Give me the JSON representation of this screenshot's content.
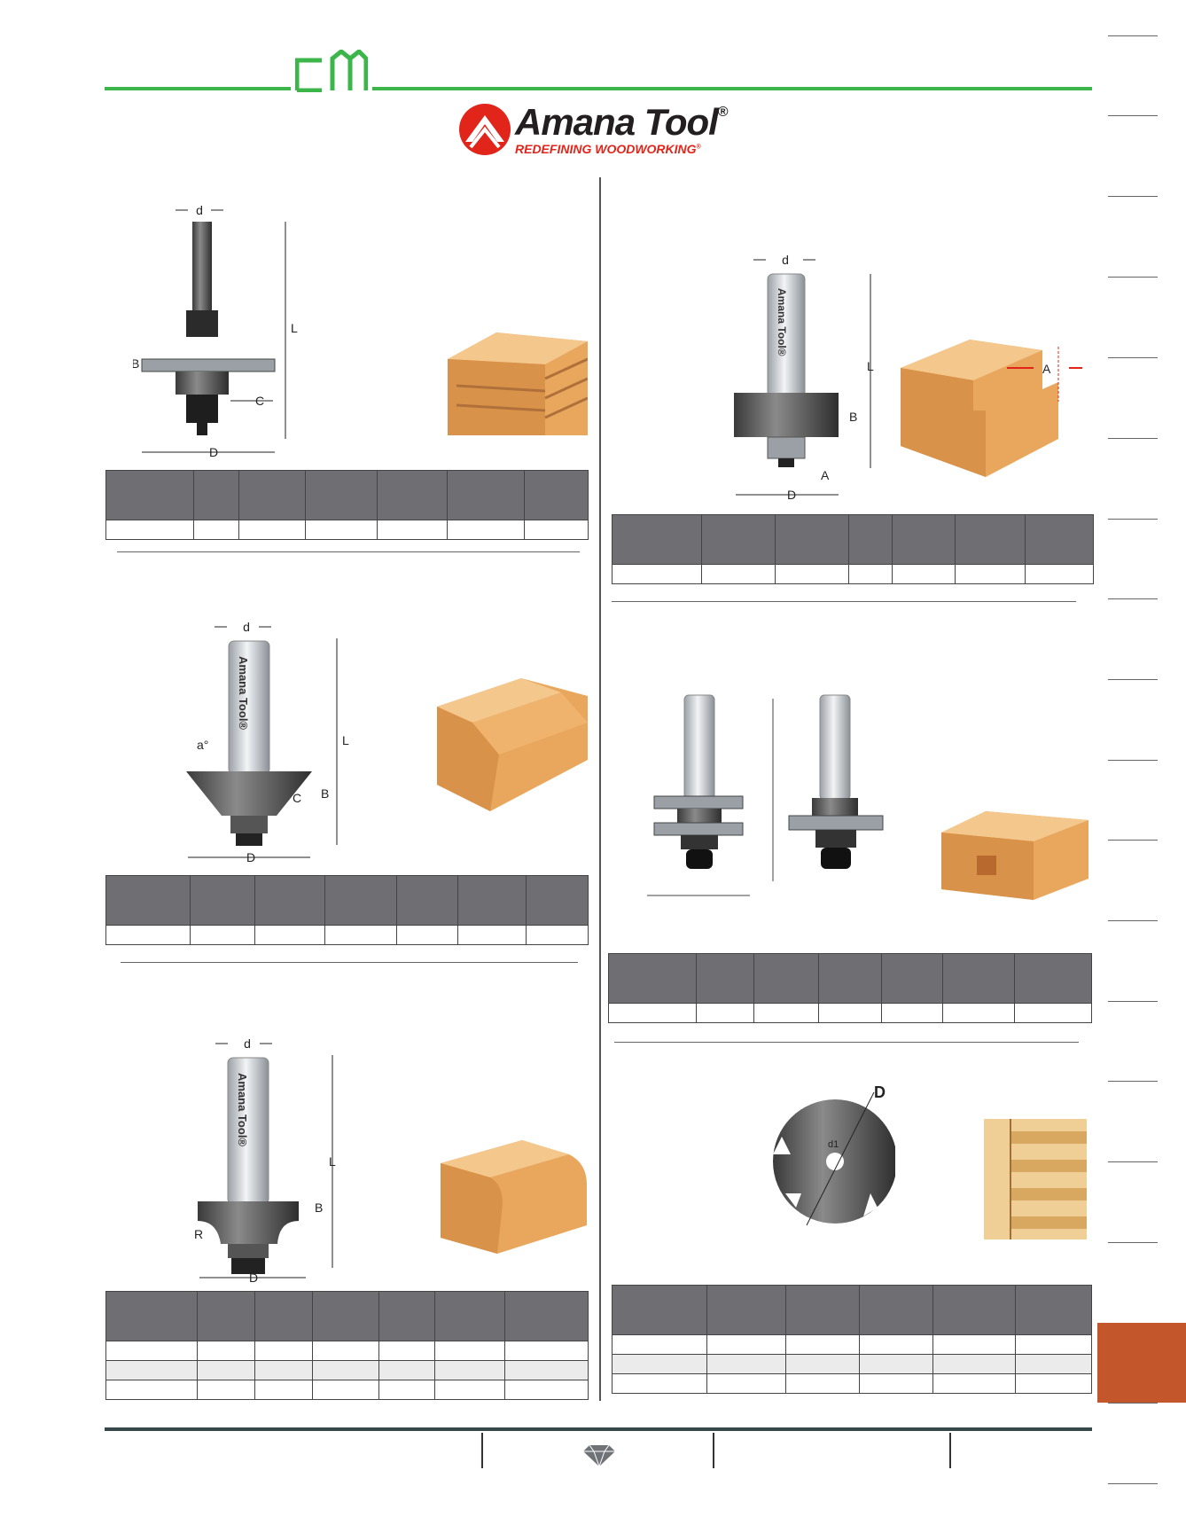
{
  "header": {
    "section_mark": "CM",
    "brand": "Amana Tool",
    "brand_mark": "®",
    "tagline": "REDEFINING WOODWORKING",
    "tagline_mark": "®"
  },
  "shank_text": "Amana Tool®",
  "diagrams": {
    "slot_cutter": {
      "d": "d",
      "L": "L",
      "B": "B",
      "C": "C",
      "D": "D"
    },
    "rabbeting": {
      "d": "d",
      "L": "L",
      "B": "B",
      "A": "A",
      "D": "D",
      "profile_A": "A"
    },
    "chamfer": {
      "d": "d",
      "L": "L",
      "B": "B",
      "C": "C",
      "D": "D",
      "angle": "a°"
    },
    "roundover": {
      "d": "d",
      "L": "L",
      "B": "B",
      "R": "R",
      "D": "D"
    },
    "slotting_disc": {
      "D": "D",
      "d1": "d1"
    }
  },
  "tables": {
    "t1": {
      "cols": 7,
      "rows": 1
    },
    "t2": {
      "cols": 7,
      "rows": 1
    },
    "t3": {
      "cols": 7,
      "rows": 1
    },
    "t4": {
      "cols": 7,
      "rows": 1
    },
    "t5": {
      "cols": 7,
      "rows": 3
    },
    "t6": {
      "cols": 6,
      "rows": 3
    }
  },
  "colors": {
    "accent_green": "#3cb54a",
    "brand_red": "#e1251b",
    "table_header": "#6f6e73",
    "side_tab": "#c4562b"
  },
  "icons": [
    "cm-logo-icon",
    "amana-logo-icon",
    "diamond-icon"
  ]
}
